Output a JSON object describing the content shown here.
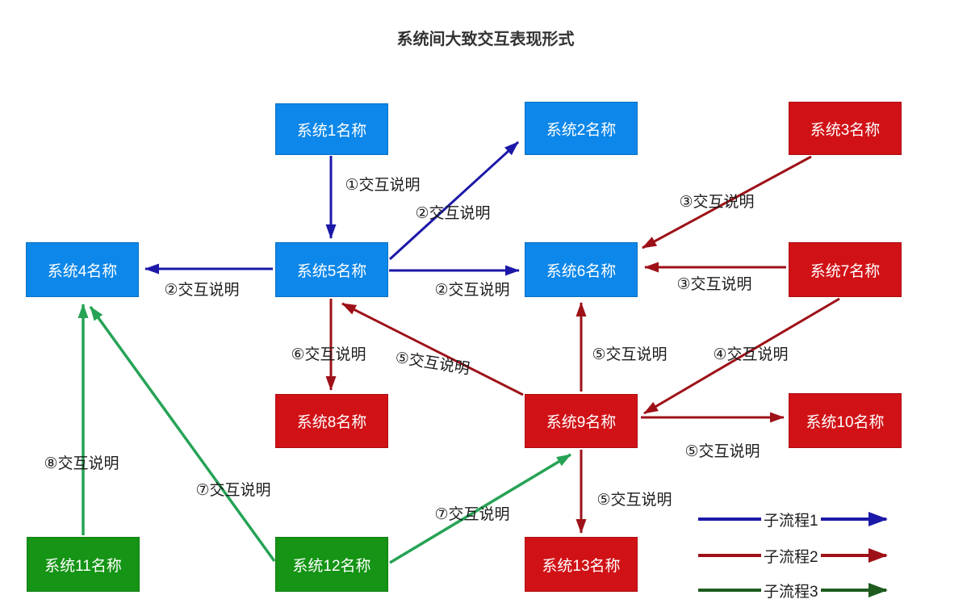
{
  "title": "系统间大致交互表现形式",
  "nodes": [
    {
      "label": "系统1名称",
      "color": "blue"
    },
    {
      "label": "系统2名称",
      "color": "blue"
    },
    {
      "label": "系统3名称",
      "color": "red"
    },
    {
      "label": "系统4名称",
      "color": "blue"
    },
    {
      "label": "系统5名称",
      "color": "blue"
    },
    {
      "label": "系统6名称",
      "color": "blue"
    },
    {
      "label": "系统7名称",
      "color": "red"
    },
    {
      "label": "系统8名称",
      "color": "red"
    },
    {
      "label": "系统9名称",
      "color": "red"
    },
    {
      "label": "系统10名称",
      "color": "red"
    },
    {
      "label": "系统11名称",
      "color": "green"
    },
    {
      "label": "系统12名称",
      "color": "green"
    },
    {
      "label": "系统13名称",
      "color": "red"
    }
  ],
  "edges": [
    {
      "from": "系统1名称",
      "to": "系统5名称",
      "color": "blue",
      "label": "①交互说明"
    },
    {
      "from": "系统5名称",
      "to": "系统2名称",
      "color": "blue",
      "label": "②交互说明"
    },
    {
      "from": "系统5名称",
      "to": "系统4名称",
      "color": "blue",
      "label": "②交互说明"
    },
    {
      "from": "系统5名称",
      "to": "系统6名称",
      "color": "blue",
      "label": "②交互说明"
    },
    {
      "from": "系统3名称",
      "to": "系统6名称",
      "color": "red",
      "label": "③交互说明"
    },
    {
      "from": "系统7名称",
      "to": "系统6名称",
      "color": "red",
      "label": "③交互说明"
    },
    {
      "from": "系统5名称",
      "to": "系统8名称",
      "color": "red",
      "label": "⑥交互说明"
    },
    {
      "from": "系统9名称",
      "to": "系统5名称",
      "color": "red",
      "label": "⑤交互说明"
    },
    {
      "from": "系统9名称",
      "to": "系统6名称",
      "color": "red",
      "label": "⑤交互说明"
    },
    {
      "from": "系统7名称",
      "to": "系统9名称",
      "color": "red",
      "label": "④交互说明"
    },
    {
      "from": "系统9名称",
      "to": "系统10名称",
      "color": "red",
      "label": "⑤交互说明"
    },
    {
      "from": "系统9名称",
      "to": "系统13名称",
      "color": "red",
      "label": "⑤交互说明"
    },
    {
      "from": "系统11名称",
      "to": "系统4名称",
      "color": "green",
      "label": "⑧交互说明"
    },
    {
      "from": "系统12名称",
      "to": "系统4名称",
      "color": "green",
      "label": "⑦交互说明"
    },
    {
      "from": "系统12名称",
      "to": "系统9名称",
      "color": "green",
      "label": "⑦交互说明"
    }
  ],
  "legend": [
    {
      "label": "子流程1",
      "color": "#1C18A8"
    },
    {
      "label": "子流程2",
      "color": "#9E1118"
    },
    {
      "label": "子流程3",
      "color": "#1E5B1E"
    }
  ],
  "colors": {
    "node_blue": "#0D87E9",
    "node_red": "#D01217",
    "node_green": "#159415",
    "arrow_blue": "#1C18A8",
    "arrow_red": "#9E1118",
    "arrow_green": "#26A356",
    "legend_green": "#1E5B1E",
    "text": "#1C1C1C"
  }
}
